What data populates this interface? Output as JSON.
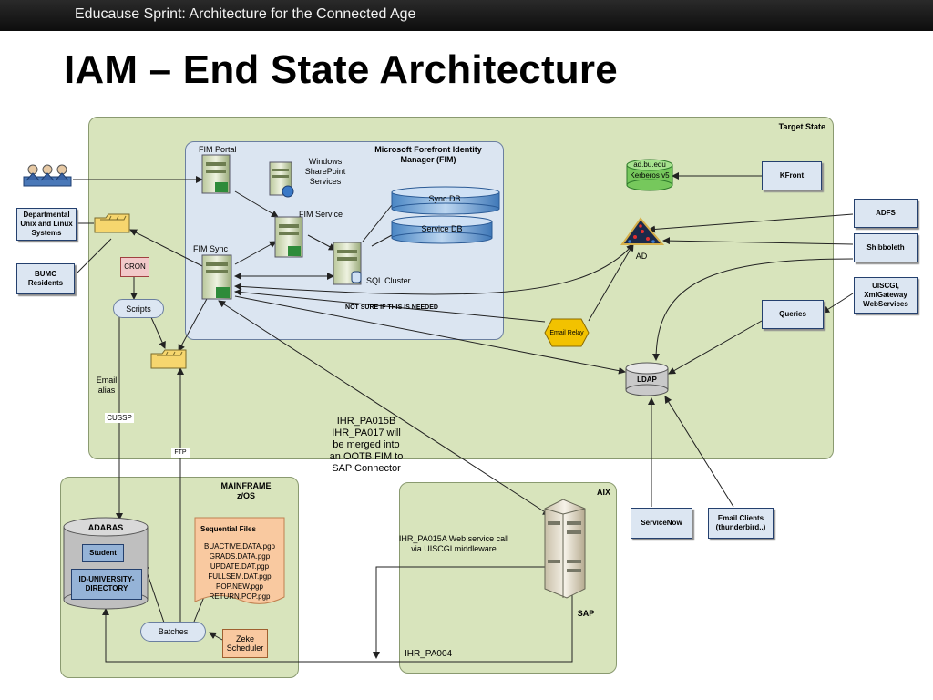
{
  "header": {
    "title": "Educause Sprint: Architecture for the Connected Age"
  },
  "slide": {
    "title": "IAM – End State Architecture"
  },
  "zones": {
    "target_state": "Target State",
    "fim": "Microsoft Forefront Identity Manager (FIM)",
    "mainframe": "MAINFRAME z/OS",
    "aix": "AIX"
  },
  "nodes": {
    "fim_portal": "FIM Portal",
    "wss": "Windows SharePoint Services",
    "fim_service": "FIM Service",
    "fim_sync": "FIM Sync",
    "sync_db": "Sync DB",
    "service_db": "Service DB",
    "sql_cluster": "SQL Cluster",
    "kerberos_top": "ad.bu.edu",
    "kerberos_bottom": "Kerberos v5",
    "kfront": "KFront",
    "adfs": "ADFS",
    "shibboleth": "Shibboleth",
    "ad": "AD",
    "uiscgi": "UISCGI, XmlGateway WebServices",
    "queries": "Queries",
    "ldap": "LDAP",
    "email_relay": "Email Relay",
    "not_sure": "NOT SURE IF THIS IS NEEDED",
    "departmental": "Departmental Unix and Linux Systems",
    "bumc": "BUMC Residents",
    "cron": "CRON",
    "scripts": "Scripts",
    "email_alias": "Email alias",
    "cussp": "CUSSP",
    "ftp": "FTP",
    "adabas": "ADABAS",
    "student": "Student",
    "id_directory": "ID-UNIVERSITY-DIRECTORY",
    "sequential_title": "Sequential Files",
    "batches": "Batches",
    "zeke": "Zeke Scheduler",
    "servicenow": "ServiceNow",
    "email_clients": "Email Clients (thunderbird..)",
    "sap": "SAP",
    "ihr_note": "IHR_PA015B IHR_PA017 will be merged into an OOTB FIM to SAP Connector",
    "ihr_pa015a": "IHR_PA015A Web service call via UISCGI middleware",
    "ihr_pa004": "IHR_PA004"
  },
  "sequential_files": [
    "BUACTIVE.DATA.pgp",
    "GRADS.DATA.pgp",
    "UPDATE.DAT.pgp",
    "FULLSEM.DAT.pgp",
    "POP.NEW.pgp",
    "RETURN.POP.pgp"
  ]
}
